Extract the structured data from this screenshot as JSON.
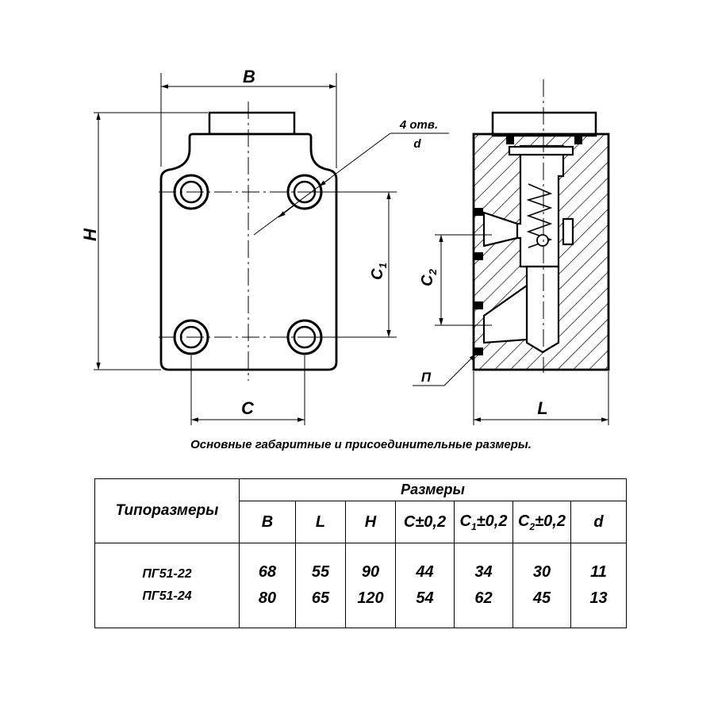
{
  "drawing": {
    "labels": {
      "B": "B",
      "H": "H",
      "C": "C",
      "C1": "C",
      "C1_sub": "1",
      "C2": "C",
      "C2_sub": "2",
      "holes": "4 отв.",
      "d": "d",
      "port": "П",
      "L": "L"
    }
  },
  "caption": "Основные габаритные и присоединительные размеры.",
  "table": {
    "header_types": "Типоразмеры",
    "header_sizes": "Размеры",
    "columns": [
      "B",
      "L",
      "H",
      "C±0,2",
      "C",
      "±0,2",
      "C",
      "±0,2",
      "d"
    ],
    "col_c1_sub": "1",
    "col_c2_sub": "2",
    "rows": [
      {
        "name": "ПГ51-22",
        "values": [
          "68",
          "55",
          "90",
          "44",
          "34",
          "30",
          "11"
        ]
      },
      {
        "name": "ПГ51-24",
        "values": [
          "80",
          "65",
          "120",
          "54",
          "62",
          "45",
          "13"
        ]
      }
    ]
  }
}
